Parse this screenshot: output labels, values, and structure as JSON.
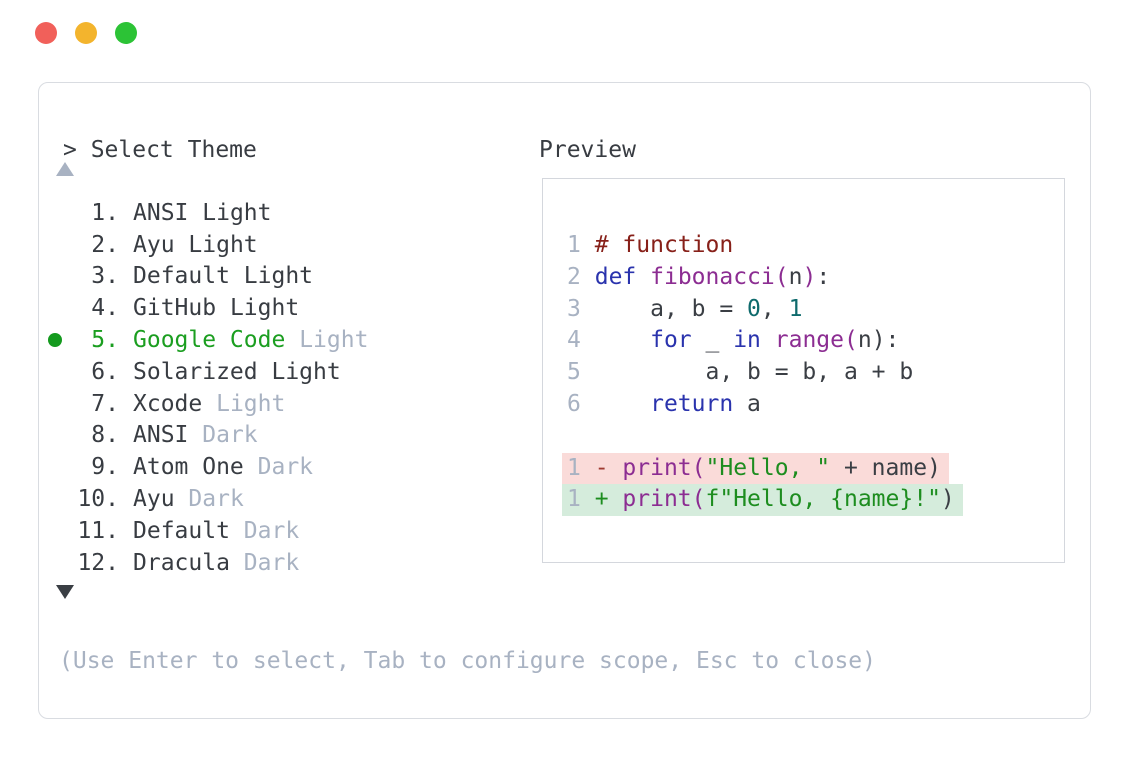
{
  "window": {
    "controls": [
      {
        "name": "close",
        "color": "#f1605a"
      },
      {
        "name": "minimize",
        "color": "#f3b42d"
      },
      {
        "name": "maximize",
        "color": "#2cc336"
      }
    ]
  },
  "prompt": {
    "text": "> Select Theme"
  },
  "theme_list": [
    {
      "number": "1.",
      "name": "ANSI",
      "variant": "Light",
      "variant_muted": false,
      "selected": false
    },
    {
      "number": "2.",
      "name": "Ayu",
      "variant": "Light",
      "variant_muted": false,
      "selected": false
    },
    {
      "number": "3.",
      "name": "Default",
      "variant": "Light",
      "variant_muted": false,
      "selected": false
    },
    {
      "number": "4.",
      "name": "GitHub",
      "variant": "Light",
      "variant_muted": false,
      "selected": false
    },
    {
      "number": "5.",
      "name": "Google Code",
      "variant": "Light",
      "variant_muted": true,
      "selected": true
    },
    {
      "number": "6.",
      "name": "Solarized",
      "variant": "Light",
      "variant_muted": false,
      "selected": false
    },
    {
      "number": "7.",
      "name": "Xcode",
      "variant": "Light",
      "variant_muted": true,
      "selected": false
    },
    {
      "number": "8.",
      "name": "ANSI",
      "variant": "Dark",
      "variant_muted": true,
      "selected": false
    },
    {
      "number": "9.",
      "name": "Atom One",
      "variant": "Dark",
      "variant_muted": true,
      "selected": false
    },
    {
      "number": "10.",
      "name": "Ayu",
      "variant": "Dark",
      "variant_muted": true,
      "selected": false
    },
    {
      "number": "11.",
      "name": "Default",
      "variant": "Dark",
      "variant_muted": true,
      "selected": false
    },
    {
      "number": "12.",
      "name": "Dracula",
      "variant": "Dark",
      "variant_muted": true,
      "selected": false
    }
  ],
  "preview": {
    "label": "Preview",
    "code_lines": [
      {
        "num": "1",
        "tokens": [
          {
            "t": "# function",
            "c": "comment"
          }
        ]
      },
      {
        "num": "2",
        "tokens": [
          {
            "t": "def",
            "c": "keyword"
          },
          {
            "t": " ",
            "c": "plain"
          },
          {
            "t": "fibonacci(",
            "c": "title"
          },
          {
            "t": "n",
            "c": "plain"
          },
          {
            "t": ")",
            "c": "title"
          },
          {
            "t": ":",
            "c": "plain"
          }
        ]
      },
      {
        "num": "3",
        "tokens": [
          {
            "t": "    a, b = ",
            "c": "plain"
          },
          {
            "t": "0",
            "c": "number"
          },
          {
            "t": ", ",
            "c": "plain"
          },
          {
            "t": "1",
            "c": "number"
          }
        ]
      },
      {
        "num": "4",
        "tokens": [
          {
            "t": "    ",
            "c": "plain"
          },
          {
            "t": "for",
            "c": "keyword"
          },
          {
            "t": " _ ",
            "c": "plain"
          },
          {
            "t": "in",
            "c": "keyword"
          },
          {
            "t": " ",
            "c": "plain"
          },
          {
            "t": "range(",
            "c": "title"
          },
          {
            "t": "n):",
            "c": "plain"
          }
        ]
      },
      {
        "num": "5",
        "tokens": [
          {
            "t": "        a, b = b, a + b",
            "c": "plain"
          }
        ]
      },
      {
        "num": "6",
        "tokens": [
          {
            "t": "    ",
            "c": "plain"
          },
          {
            "t": "return",
            "c": "keyword"
          },
          {
            "t": " a",
            "c": "plain"
          }
        ]
      }
    ],
    "diff_lines": [
      {
        "num": "1",
        "kind": "removed",
        "tokens": [
          {
            "t": "- ",
            "c": "minus"
          },
          {
            "t": "print(",
            "c": "title"
          },
          {
            "t": "\"Hello, \"",
            "c": "string"
          },
          {
            "t": " + name)",
            "c": "plain"
          }
        ]
      },
      {
        "num": "1",
        "kind": "added",
        "tokens": [
          {
            "t": "+ ",
            "c": "plus"
          },
          {
            "t": "print(",
            "c": "title"
          },
          {
            "t": "f\"Hello, {name}!\"",
            "c": "string"
          },
          {
            "t": ")",
            "c": "plain"
          }
        ]
      }
    ]
  },
  "help_text": "(Use Enter to select, Tab to configure scope, Esc to close)",
  "colors": {
    "panel_border": "#d9dce1",
    "preview_border": "#d4d7dd",
    "text_dark": "#383c42",
    "arrow_dark": "#3a3e44",
    "muted": "#a8b2c2",
    "selected_green": "#1b9e20",
    "selected_dot": "#149a1e",
    "syntax_plain": "#3a3e44",
    "syntax_comment": "#872019",
    "syntax_keyword": "#2a33ad",
    "syntax_title": "#8c2d92",
    "syntax_number": "#0e6a6c",
    "syntax_string": "#1d8d1f",
    "diff_removed_bg": "#fadbd9",
    "diff_added_bg": "#d5ecdc",
    "diff_minus": "#9e3a31",
    "diff_plus": "#1d8d1f"
  }
}
